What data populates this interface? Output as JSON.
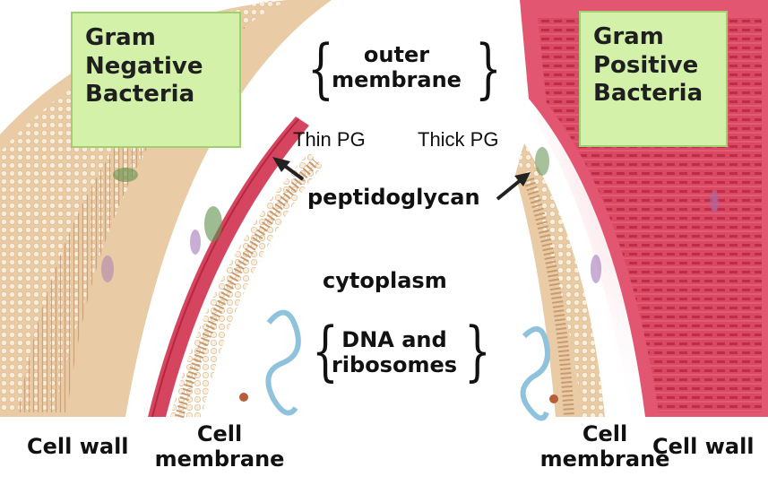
{
  "left_box": {
    "lines": [
      "Gram",
      "Negative",
      "Bacteria"
    ]
  },
  "right_box": {
    "lines": [
      "Gram",
      "Positive",
      "Bacteria"
    ]
  },
  "outer_membrane": {
    "line1": "outer",
    "line2": "membrane"
  },
  "thin_pg": "Thin PG",
  "thick_pg": "Thick PG",
  "peptidoglycan": "peptidoglycan",
  "cytoplasm": "cytoplasm",
  "dna": {
    "line1": "DNA and",
    "line2": "ribosomes"
  },
  "bottom": {
    "left_cell_wall": "Cell wall",
    "left_cell_membrane": {
      "line1": "Cell",
      "line2": "membrane"
    },
    "right_cell_membrane": {
      "line1": "Cell",
      "line2": "membrane"
    },
    "right_cell_wall": "Cell wall"
  },
  "colors": {
    "background": "#ffffff",
    "box_fill": "#d3f1a9",
    "box_border": "#9fcf70",
    "membrane_tan": "#e6c9a3",
    "lipid_bead": "#fbeedb",
    "peptidoglycan_red": "#d6455f",
    "cytoplasm_pink": "#f3b8c3",
    "dna_blue": "#8fc3dd"
  },
  "illustration": {
    "left": "gram-negative cell envelope cross-section",
    "right": "gram-positive cell envelope cross-section"
  }
}
